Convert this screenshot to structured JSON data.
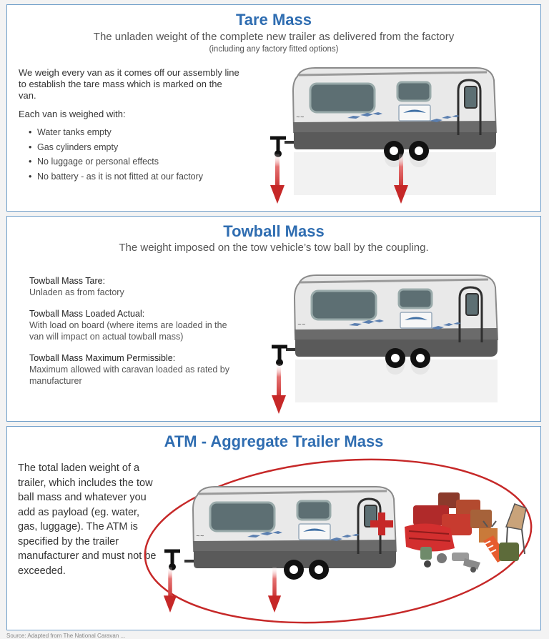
{
  "tare": {
    "title": "Tare Mass",
    "subtitle": "The unladen weight of the complete new trailer as delivered from the factory",
    "note": "(including any factory fitted options)",
    "intro": "We weigh every van as it comes off our assembly line to establish the tare mass which is marked on the van.",
    "lead": "Each van is weighed with:",
    "bullets": [
      "Water tanks empty",
      "Gas cylinders empty",
      "No luggage or personal effects",
      "No battery - as it is not fitted at our factory"
    ]
  },
  "towball": {
    "title": "Towball Mass",
    "subtitle": "The weight imposed on the tow vehicle’s tow ball by the coupling.",
    "items": [
      {
        "heading": "Towball Mass Tare:",
        "desc": "Unladen as from factory"
      },
      {
        "heading": "Towball Mass Loaded Actual:",
        "desc": "With load on board (where items are loaded in the van will impact on actual towball mass)"
      },
      {
        "heading": "Towball Mass Maximum Permissible:",
        "desc": "Maximum allowed with caravan loaded as rated by manufacturer"
      }
    ]
  },
  "atm": {
    "title": "ATM - Aggregate Trailer Mass",
    "description": "The total laden weight of a trailer, which includes the tow ball mass and whatever you add as payload (eg. water, gas, luggage). The ATM is specified by the trailer manufacturer and must not be exceeded."
  },
  "footer": "Source: Adapted from The National Caravan ... ",
  "colors": {
    "title": "#2f6db1",
    "border": "#6f9ec9",
    "arrow": "#c62828",
    "body": "#e6e6e6"
  }
}
